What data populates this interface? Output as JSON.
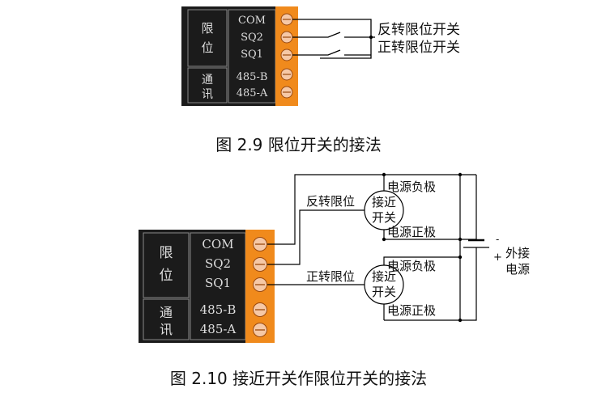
{
  "terminal_block": {
    "group_limit": "限位",
    "group_limit_chars": [
      "限",
      "位"
    ],
    "group_comm": "通讯",
    "group_comm_chars": [
      "通",
      "讯"
    ],
    "terminals": [
      "COM",
      "SQ2",
      "SQ1",
      "485-B",
      "485-A"
    ],
    "colors": {
      "panel": "#1b1b1b",
      "terminal_strip": "#f08a1c",
      "screw": "#f6c8a6",
      "wire": "#000000"
    }
  },
  "figure1": {
    "reverse_switch_label": "反转限位开关",
    "forward_switch_label": "正转限位开关",
    "caption": "图 2.9  限位开关的接法"
  },
  "figure2": {
    "reverse_limit_label": "反转限位",
    "forward_limit_label": "正转限位",
    "sensor_label_top": "接近",
    "sensor_label_bottom": "开关",
    "negative_pole": "电源负极",
    "positive_pole": "电源正极",
    "battery_minus": "-",
    "battery_plus": "+",
    "external_power_top": "外接",
    "external_power_bottom": "电源",
    "caption": "图 2.10  接近开关作限位开关的接法"
  }
}
